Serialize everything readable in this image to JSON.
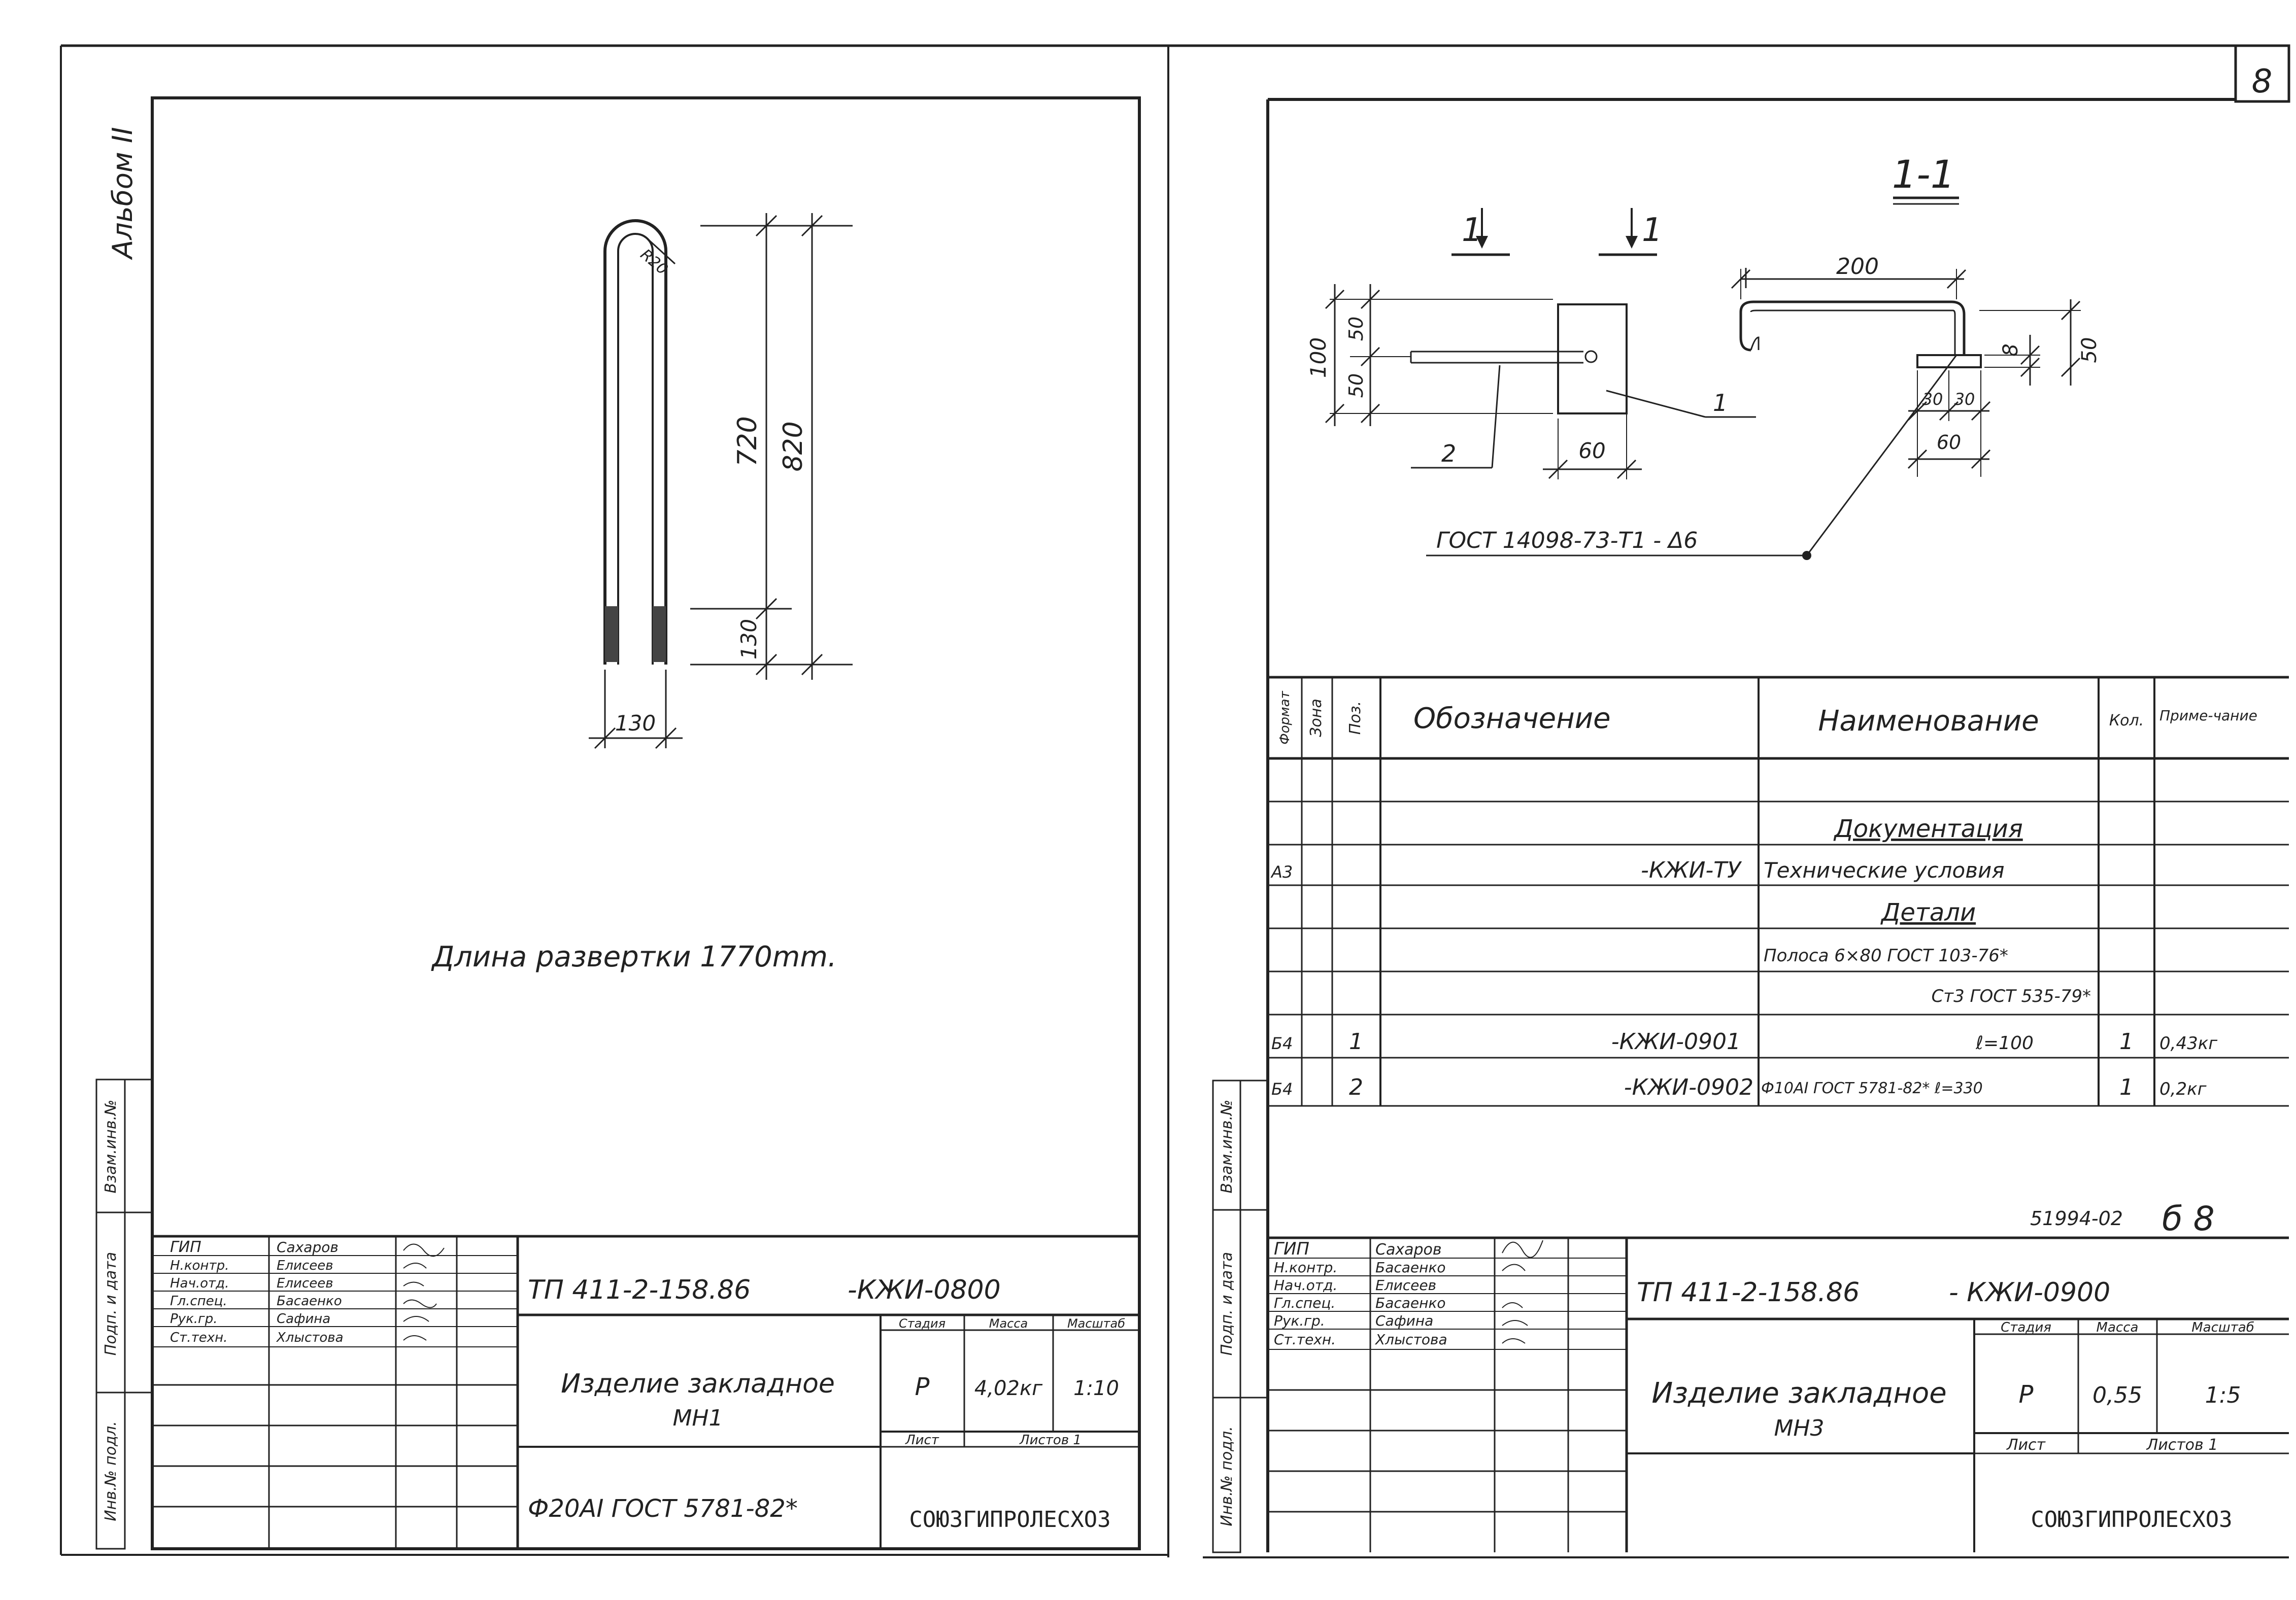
{
  "colors": {
    "ink": "#222222",
    "paper": "#ffffff"
  },
  "page_number": "8",
  "left": {
    "album": "Альбом II",
    "dims": {
      "radius": "R20",
      "d720": "720",
      "d820": "820",
      "d130v": "130",
      "d130h": "130"
    },
    "development_length": "Длина развертки  1770mm.",
    "title_block": {
      "roles": [
        "ГИП",
        "Н.контр.",
        "Нач.отд.",
        "Гл.спец.",
        "Рук.гр.",
        "Ст.техн."
      ],
      "names": [
        "Сахаров",
        "Елисеев",
        "Елисеев",
        "Басаенко",
        "Сафина",
        "Хлыстова"
      ],
      "code": "ТП 411-2-158.86",
      "doc": "-КЖИ-0800",
      "product": "Изделие закладное",
      "mark": "МН1",
      "stage_label": "Стадия",
      "mass_label": "Масса",
      "scale_label": "Масштаб",
      "stage": "Р",
      "mass": "4,02кг",
      "scale": "1:10",
      "sheet_label": "Лист",
      "sheets_label": "Листов 1",
      "material": "Ф20AI ГОСТ 5781-82*",
      "org": "СОЮЗГИПРОЛЕСХОЗ",
      "side_labels": [
        "Инв.№ подл.",
        "Подп. и дата",
        "Взам.инв.№"
      ]
    }
  },
  "right": {
    "section_title": "1-1",
    "cut_marks": [
      "1",
      "1"
    ],
    "dims": {
      "d100": "100",
      "d50a": "50",
      "d50b": "50",
      "d60": "60",
      "d200": "200",
      "d8": "8",
      "d50c": "50",
      "d30a": "30",
      "d30b": "30",
      "d60b": "60"
    },
    "callouts": [
      "1",
      "2"
    ],
    "weld": "ГОСТ 14098-73-Т1 - Δ6",
    "spec": {
      "headers": [
        "Формат",
        "Зона",
        "Поз.",
        "Обозначение",
        "Наименование",
        "Кол.",
        "Приме-чание"
      ],
      "rows": [
        {
          "fmt": "",
          "pos": "",
          "designation": "",
          "name": "Документация",
          "qty": "",
          "note": ""
        },
        {
          "fmt": "А3",
          "pos": "",
          "designation": "-КЖИ-ТУ",
          "name": "Технические условия",
          "qty": "",
          "note": ""
        },
        {
          "fmt": "",
          "pos": "",
          "designation": "",
          "name": "Детали",
          "qty": "",
          "note": ""
        },
        {
          "fmt": "",
          "pos": "",
          "designation": "",
          "name": "Полоса 6×80 ГОСТ 103-76*",
          "qty": "",
          "note": ""
        },
        {
          "fmt": "",
          "pos": "",
          "designation": "",
          "name": "Ст3 ГОСТ 535-79*",
          "qty": "",
          "note": ""
        },
        {
          "fmt": "Б4",
          "pos": "1",
          "designation": "-КЖИ-0901",
          "name": "ℓ=100",
          "qty": "1",
          "note": "0,43кг"
        },
        {
          "fmt": "Б4",
          "pos": "2",
          "designation": "-КЖИ-0902",
          "name": "Ф10AI ГОСТ 5781-82* ℓ=330",
          "qty": "1",
          "note": "0,2кг"
        }
      ]
    },
    "stamp": "51994-02",
    "stamp_sheet": "б 8",
    "title_block": {
      "roles": [
        "ГИП",
        "Н.контр.",
        "Нач.отд.",
        "Гл.спец.",
        "Рук.гр.",
        "Ст.техн."
      ],
      "names": [
        "Сахаров",
        "Басаенко",
        "Елисеев",
        "Басаенко",
        "Сафина",
        "Хлыстова"
      ],
      "code": "ТП 411-2-158.86",
      "doc": "- КЖИ-0900",
      "product": "Изделие закладное",
      "mark": "МН3",
      "stage_label": "Стадия",
      "mass_label": "Масса",
      "scale_label": "Масштаб",
      "stage": "Р",
      "mass": "0,55",
      "scale": "1:5",
      "sheet_label": "Лист",
      "sheets_label": "Листов 1",
      "org": "СОЮЗГИПРОЛЕСХОЗ",
      "side_labels": [
        "Инв.№ подл.",
        "Подп. и дата",
        "Взам.инв.№"
      ]
    }
  }
}
